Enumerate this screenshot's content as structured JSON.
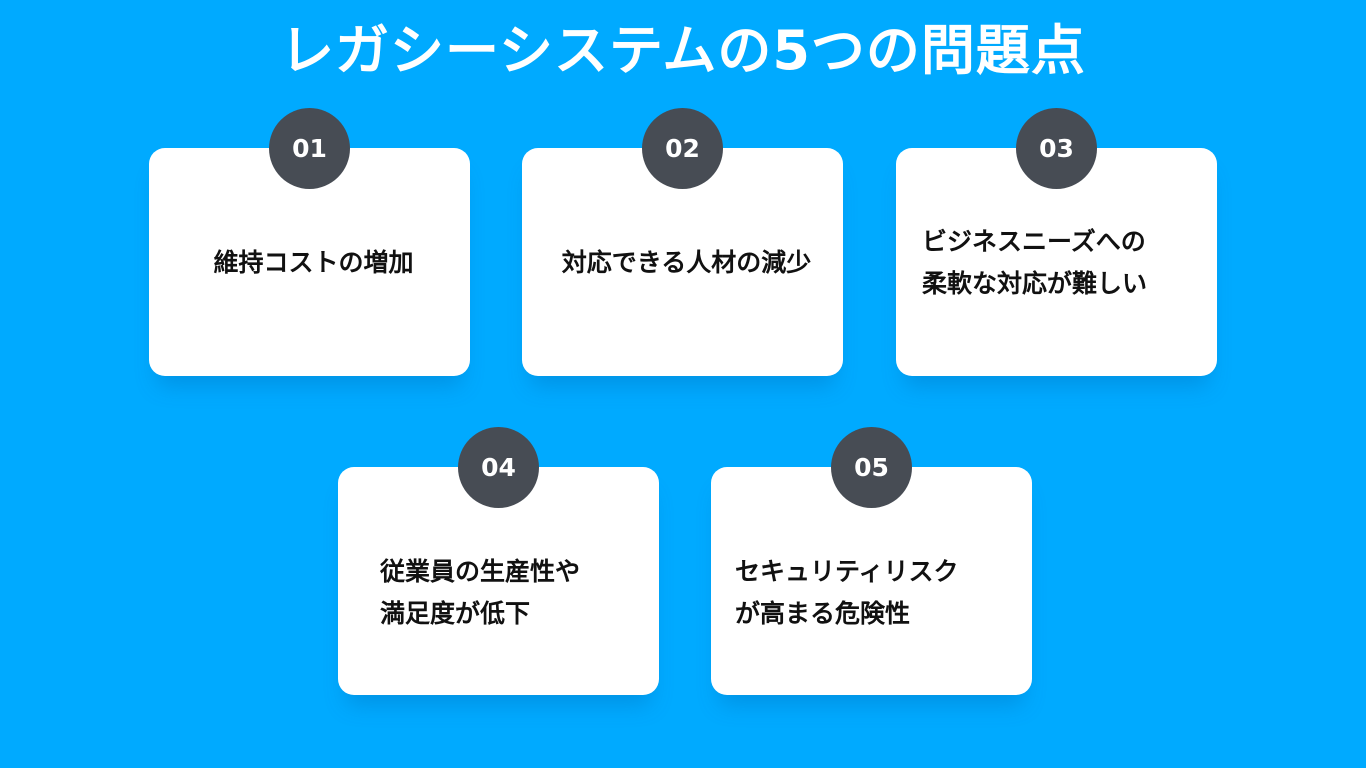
{
  "title": "レガシーシステムの5つの問題点",
  "colors": {
    "background": "#00aaff",
    "card": "#ffffff",
    "badge": "#474c54",
    "text": "#111111"
  },
  "items": [
    {
      "number": "01",
      "lines": [
        "維持コストの増加"
      ]
    },
    {
      "number": "02",
      "lines": [
        "対応できる人材の減少"
      ]
    },
    {
      "number": "03",
      "lines": [
        "ビジネスニーズへの",
        "柔軟な対応が難しい"
      ]
    },
    {
      "number": "04",
      "lines": [
        "従業員の生産性や",
        "満足度が低下"
      ]
    },
    {
      "number": "05",
      "lines": [
        "セキュリティリスク",
        "が高まる危険性"
      ]
    }
  ]
}
